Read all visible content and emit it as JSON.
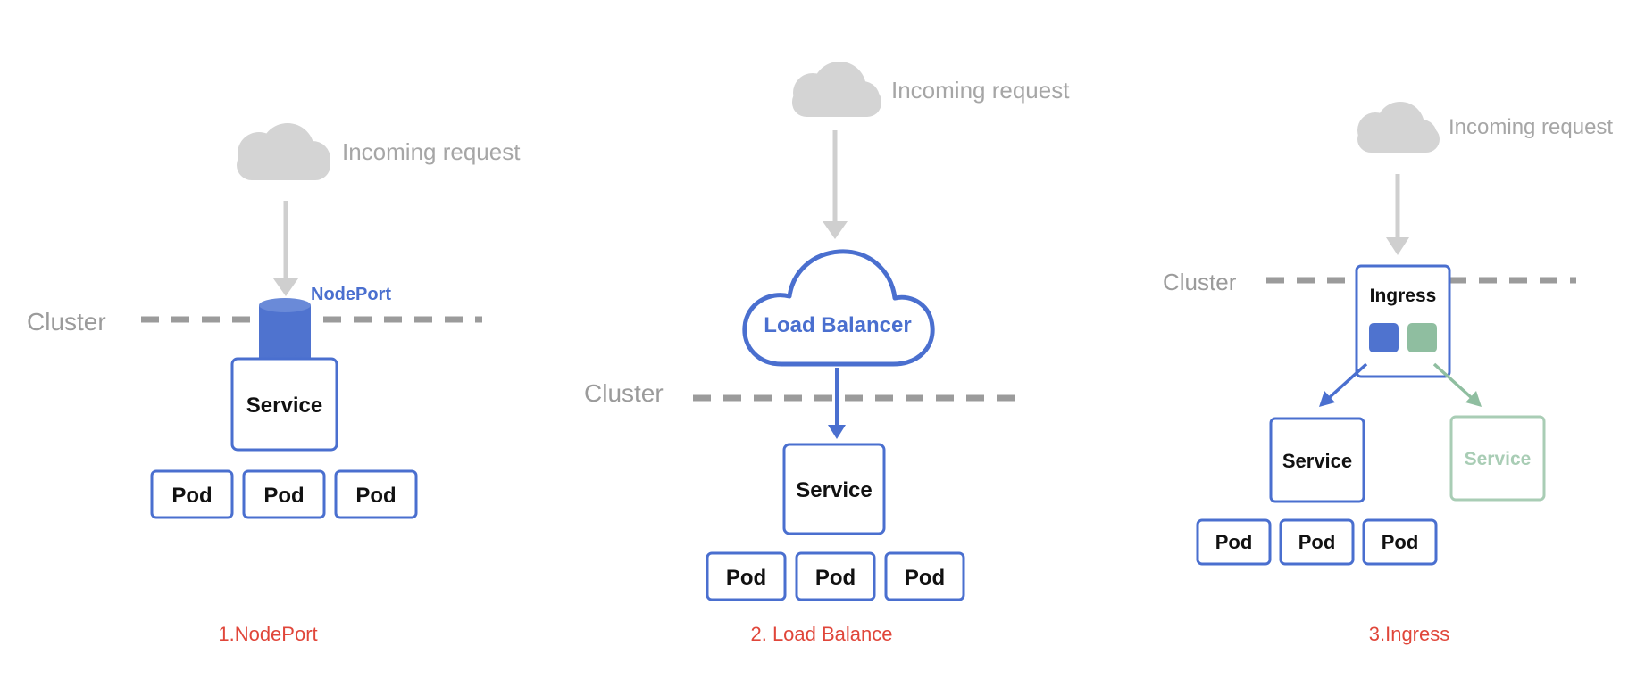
{
  "colors": {
    "gray_text": "#a6a6a6",
    "cloud_gray": "#d4d4d4",
    "arrow_gray": "#cfcfcf",
    "dash_gray": "#9b9b9b",
    "blue": "#4a6fcf",
    "blue_fill": "#4f73cf",
    "green": "#8fbea0",
    "green_text": "#a9cdb5",
    "caption_red": "#e0463a",
    "box_text": "#111111"
  },
  "panels": [
    {
      "incoming_label": "Incoming request",
      "cluster_label": "Cluster",
      "nodeport_label": "NodePort",
      "service_label": "Service",
      "pods": [
        "Pod",
        "Pod",
        "Pod"
      ],
      "caption": "1.NodePort"
    },
    {
      "incoming_label": "Incoming request",
      "load_balancer_label": "Load Balancer",
      "cluster_label": "Cluster",
      "service_label": "Service",
      "pods": [
        "Pod",
        "Pod",
        "Pod"
      ],
      "caption": "2. Load Balance"
    },
    {
      "incoming_label": "Incoming request",
      "cluster_label": "Cluster",
      "ingress_label": "Ingress",
      "service_label": "Service",
      "service_secondary_label": "Service",
      "pods": [
        "Pod",
        "Pod",
        "Pod"
      ],
      "caption": "3.Ingress"
    }
  ]
}
